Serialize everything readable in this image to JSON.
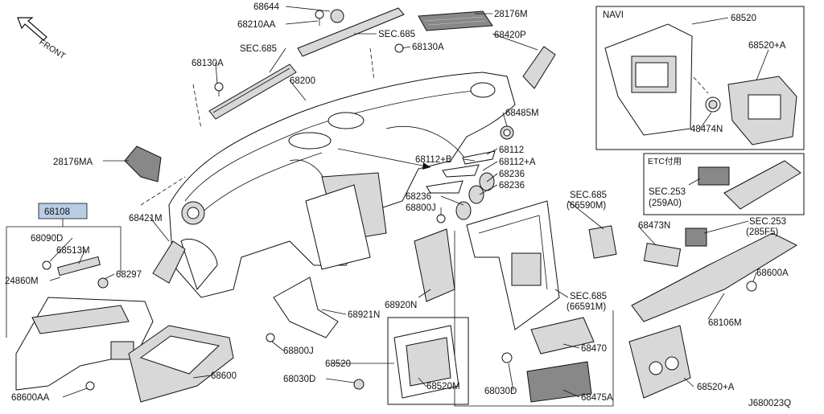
{
  "diagram_id": "J680023Q",
  "front_label": "FRONT",
  "highlighted_part": "68108",
  "navi_box_title": "NAVI",
  "etc_box_title": "ETC付用",
  "labels": {
    "l68644": "68644",
    "l68210AA": "68210AA",
    "l28176M": "28176M",
    "lSEC685a": "SEC.685",
    "lSEC685b": "SEC.685",
    "l68130Aa": "68130A",
    "l68130Ab": "68130A",
    "l68420P": "68420P",
    "l68200": "68200",
    "l68485M": "68485M",
    "l28176MA": "28176MA",
    "l68112": "68112",
    "l68112B": "68112+B",
    "l68112A": "68112+A",
    "l68236a": "68236",
    "l68236b": "68236",
    "l68236c": "68236",
    "l68800J": "68800J",
    "l68108": "68108",
    "l68090D": "68090D",
    "l68513M": "68513M",
    "l24860M": "24860M",
    "l68297": "68297",
    "l68421M": "68421M",
    "l68920N": "68920N",
    "l68921N": "68921N",
    "l68800Jb": "68800J",
    "l68600": "68600",
    "l68600AA": "68600AA",
    "l68520b": "68520",
    "l68520M": "68520M",
    "l68030Da": "68030D",
    "l68030Db": "68030D",
    "l68470": "68470",
    "l68475A": "68475A",
    "lSEC685c": "SEC.685",
    "l66590M": "(66590M)",
    "lSEC685d": "SEC.685",
    "l66591M": "(66591M)",
    "l68520": "68520",
    "l68520A": "68520+A",
    "l48474N": "48474N",
    "lSEC253a": "SEC.253",
    "l259A0": "(259A0)",
    "l68473N": "68473N",
    "lSEC253b": "SEC.253",
    "l285F5": "(285F5)",
    "l68600A": "68600A",
    "l68106M": "68106M",
    "l68520Ab": "68520+A"
  }
}
